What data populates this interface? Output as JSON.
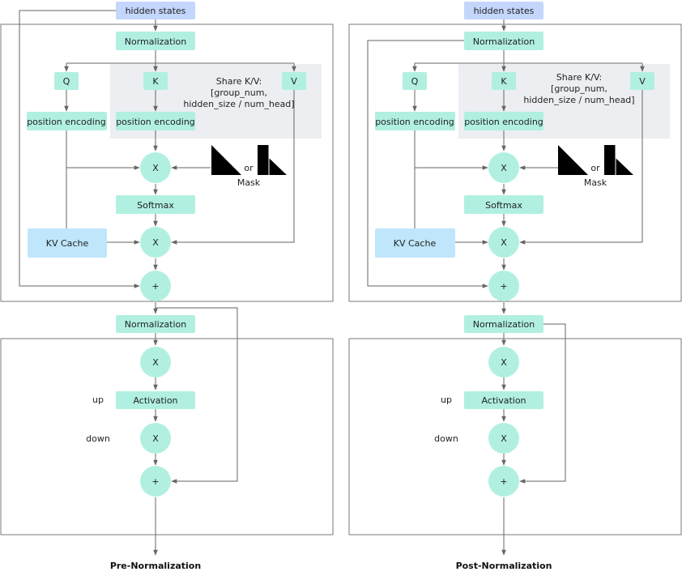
{
  "panels": [
    {
      "id": "pre",
      "title": "Pre-Normalization",
      "hidden_states": "hidden states",
      "norm1": "Normalization",
      "q": "Q",
      "k": "K",
      "v": "V",
      "share_kv": [
        "Share K/V:",
        "[group_num,",
        "hidden_size / num_head]"
      ],
      "pos_enc_q": "position encoding",
      "pos_enc_k": "position encoding",
      "mul1": "X",
      "or": "or",
      "mask": "Mask",
      "softmax": "Softmax",
      "kv_cache": "KV Cache",
      "mul2": "X",
      "add1": "+",
      "norm2": "Normalization",
      "mul3": "X",
      "up": "up",
      "activation": "Activation",
      "down": "down",
      "mul4": "X",
      "add2": "+"
    },
    {
      "id": "post",
      "title": "Post-Normalization",
      "hidden_states": "hidden states",
      "norm1": "Normalization",
      "q": "Q",
      "k": "K",
      "v": "V",
      "share_kv": [
        "Share K/V:",
        "[group_num,",
        "hidden_size / num_head]"
      ],
      "pos_enc_q": "position encoding",
      "pos_enc_k": "position encoding",
      "mul1": "X",
      "or": "or",
      "mask": "Mask",
      "softmax": "Softmax",
      "kv_cache": "KV Cache",
      "mul2": "X",
      "add1": "+",
      "norm2": "Normalization",
      "mul3": "X",
      "up": "up",
      "activation": "Activation",
      "down": "down",
      "mul4": "X",
      "add2": "+"
    }
  ],
  "colors": {
    "node_green": "#b1f0e1",
    "hidden_states": "#c4d6fb",
    "kv_cache": "#bfe6fb",
    "share_region": "#eceef2",
    "lines": "#666666"
  }
}
